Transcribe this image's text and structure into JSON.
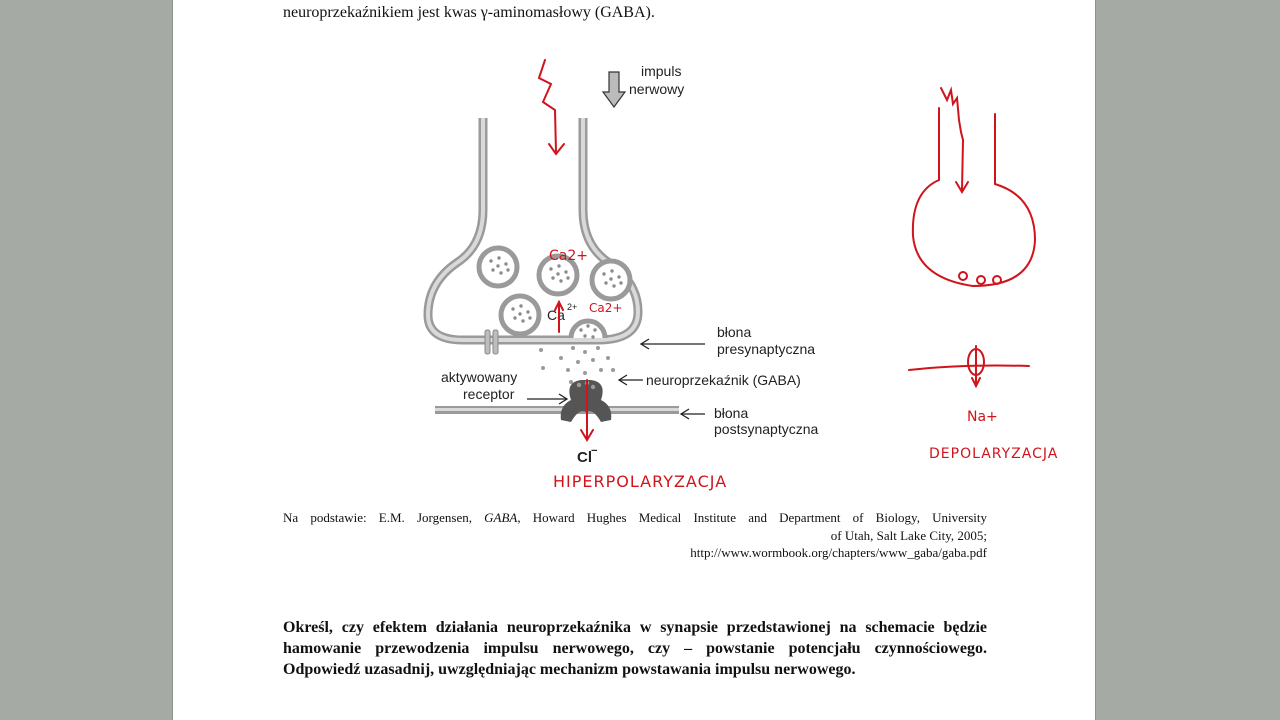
{
  "document": {
    "intro_line": "neuroprzekaźnikiem jest kwas γ-aminomasłowy (GABA).",
    "diagram": {
      "label_impuls": "impuls",
      "label_nerwowy": "nerwowy",
      "label_ca": "Ca",
      "label_ca_sup": "2+",
      "label_blona_pre_1": "błona",
      "label_blona_pre_2": "presynaptyczna",
      "label_aktywowany": "aktywowany",
      "label_receptor": "receptor",
      "label_neuro": "neuroprzekaźnik (GABA)",
      "label_blona_post_1": "błona",
      "label_blona_post_2": "postsynaptyczna",
      "label_cl": "Cl",
      "label_cl_sup": "−"
    },
    "annotations": {
      "ca_a": "Ca2+",
      "ca_b": "Ca2+",
      "hiperpolaryzacja": "HIPERPOLARYZACJA",
      "na": "Na+",
      "depolaryzacja": "DEPOLARYZACJA"
    },
    "caption": {
      "prefix": "Na podstawie: E.M. Jorgensen, ",
      "title": "GABA",
      "rest": ", Howard Hughes Medical Institute and Department of Biology, University",
      "line2": "of Utah, Salt Lake City, 2005;",
      "line3": "http://www.wormbook.org/chapters/www_gaba/gaba.pdf"
    },
    "question": "Określ, czy efektem działania neuroprzekaźnika w synapsie przedstawionej na schemacie będzie hamowanie przewodzenia impulsu nerwowego, czy – powstanie potencjału czynnościowego. Odpowiedź uzasadnij, uwzględniając mechanizm powstawania impulsu nerwowego."
  }
}
